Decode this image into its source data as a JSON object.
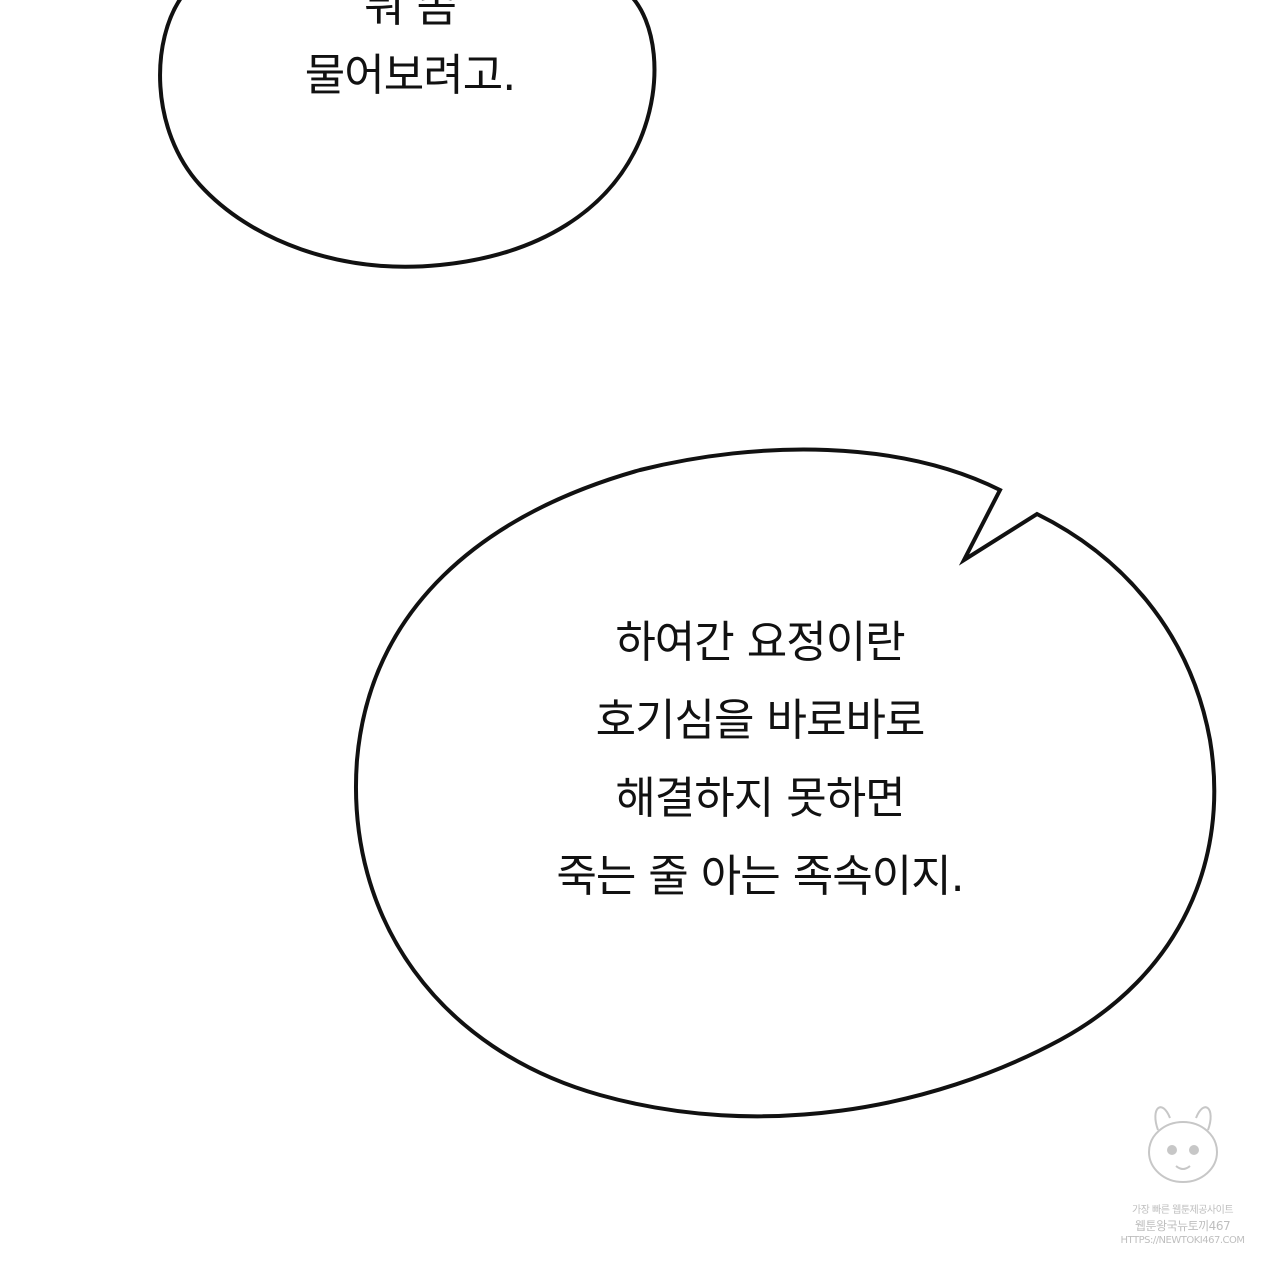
{
  "panel": {
    "background_color": "#ffffff",
    "outline_color": "#111111"
  },
  "bubble_top": {
    "lines": [
      "뭐 좀",
      "물어보려고."
    ]
  },
  "bubble_bottom": {
    "lines": [
      "하여간 요정이란",
      "호기심을 바로바로",
      "해결하지 못하면",
      "죽는 줄 아는 족속이지."
    ]
  },
  "watermark": {
    "lines": [
      "가장 빠른 웹툰제공사이트",
      "웹툰왕국뉴토끼467",
      "HTTPS://NEWTOKI467.COM"
    ]
  }
}
